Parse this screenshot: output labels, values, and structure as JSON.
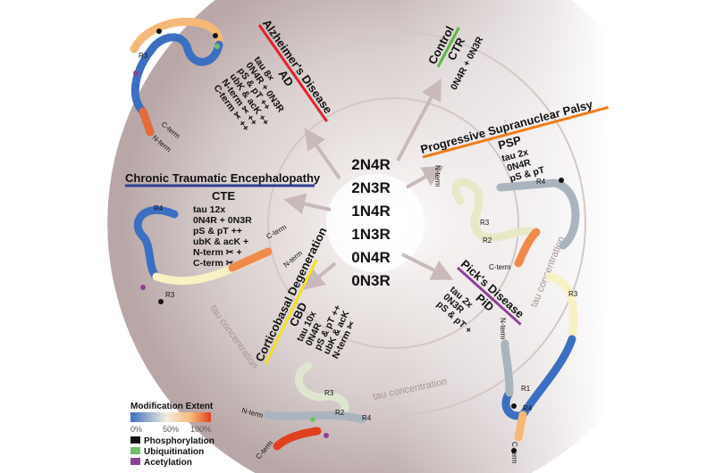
{
  "center_isoforms": [
    "2N4R",
    "2N3R",
    "1N4R",
    "1N3R",
    "0N4R",
    "0N3R"
  ],
  "diseases": {
    "ad": {
      "name": "Alzheimer's Disease",
      "abbr": "AD",
      "lines": [
        "tau 8×",
        "0N4R + 0N3R",
        "pS & pT  ++",
        "ubK & acK ++",
        "N-term ✂ ++",
        "C-term ✂ ++"
      ],
      "color": "#e8202a"
    },
    "ctr": {
      "name": "Control",
      "abbr": "CTR",
      "lines": [
        "0N4R + 0N3R"
      ],
      "color": "#5cb846"
    },
    "psp": {
      "name": "Progressive Supranuclear Palsy",
      "abbr": "PSP",
      "lines": [
        "tau 2x",
        "0N4R",
        "pS & pT"
      ],
      "color": "#f07c18"
    },
    "cte": {
      "name": "Chronic Traumatic Encephalopathy",
      "abbr": "CTE",
      "lines": [
        "tau 12x",
        "0N4R + 0N3R",
        "pS & pT    ++",
        "ubK & acK +",
        "N-term ✂   +",
        "C-term ✂"
      ],
      "color": "#2e3f95"
    },
    "cbd": {
      "name": "Corticobasal Degeneration",
      "abbr": "CBD",
      "lines": [
        "tau 10x",
        "0N4R",
        "pS & pT ++",
        "ubK & acK",
        "N-term ✂"
      ],
      "color": "#f5e11b"
    },
    "pid": {
      "name": "Pick's Disease",
      "abbr": "PiD",
      "lines": [
        "tau 2x",
        "0N3R",
        "pS & pT +"
      ],
      "color": "#8e3f98"
    }
  },
  "axis_label": "tau concentration",
  "labels": {
    "r1": "R1",
    "r2": "R2",
    "r3": "R3",
    "r4": "R4",
    "nterm": "N-term",
    "cterm": "C-term"
  },
  "legend": {
    "title": "Modification Extent",
    "ticks": [
      "0%",
      "50%",
      "100%"
    ],
    "gradient": [
      "#3d6fc0",
      "#f3efe0",
      "#f7b877",
      "#e0401e"
    ],
    "items": [
      {
        "label": "Phosphorylation",
        "color": "#111111"
      },
      {
        "label": "Ubiquitination",
        "color": "#6fbf6a"
      },
      {
        "label": "Acetylation",
        "color": "#8e3f98"
      }
    ]
  }
}
